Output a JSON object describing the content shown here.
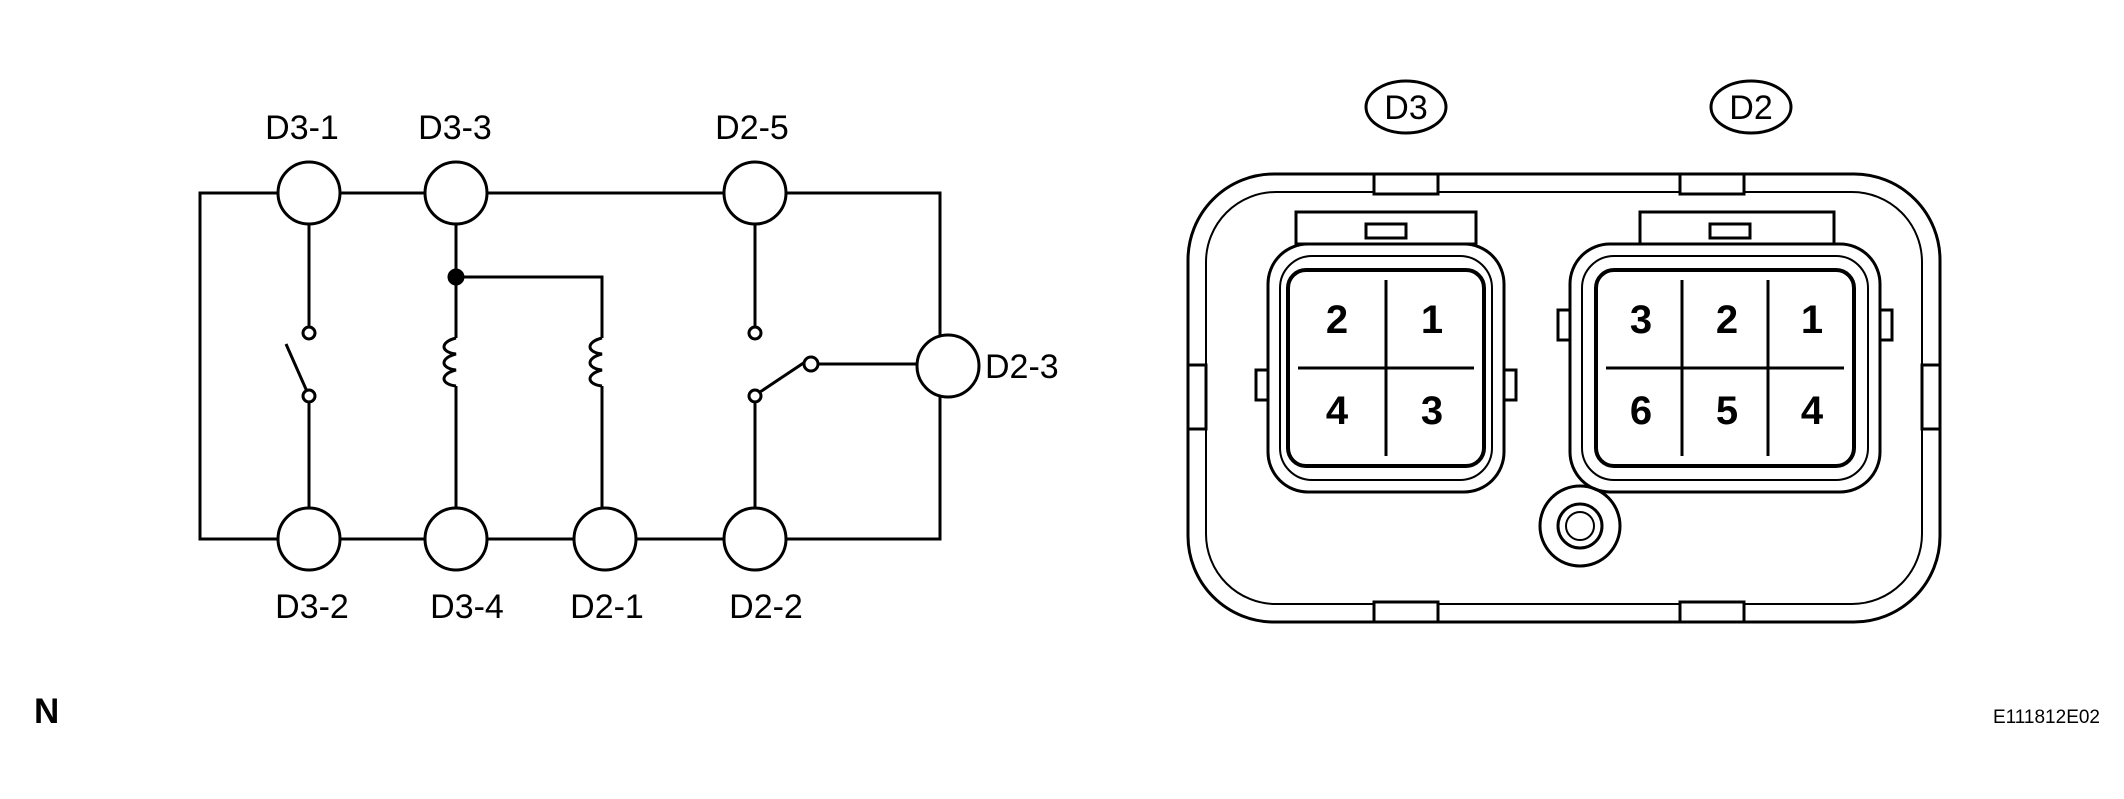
{
  "schematic": {
    "terminals": {
      "d3_1": "D3-1",
      "d3_3": "D3-3",
      "d2_5": "D2-5",
      "d2_3": "D2-3",
      "d3_2": "D3-2",
      "d3_4": "D3-4",
      "d2_1": "D2-1",
      "d2_2": "D2-2"
    }
  },
  "connectors": {
    "d3": {
      "label": "D3",
      "pins": [
        "2",
        "1",
        "4",
        "3"
      ]
    },
    "d2": {
      "label": "D2",
      "pins": [
        "3",
        "2",
        "1",
        "6",
        "5",
        "4"
      ]
    }
  },
  "footer": {
    "left_code": "N",
    "figure_id": "E111812E02"
  }
}
